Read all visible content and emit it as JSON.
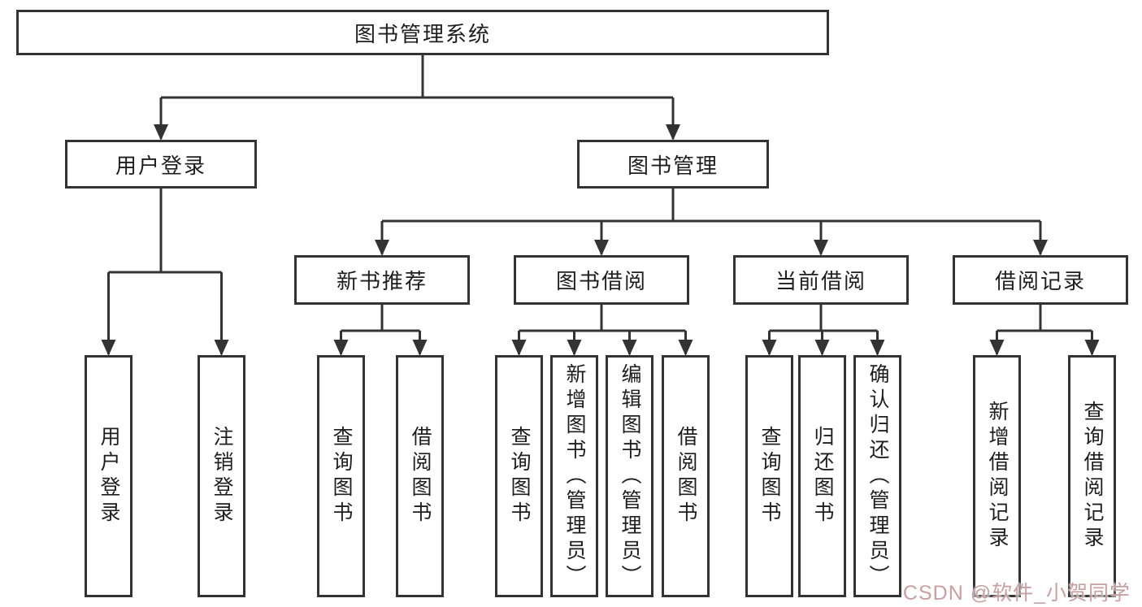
{
  "diagram": {
    "root": {
      "label": "图书管理系统"
    },
    "branches": [
      {
        "label": "用户登录",
        "children": [
          {
            "label": "用户登录"
          },
          {
            "label": "注销登录"
          }
        ]
      },
      {
        "label": "图书管理",
        "children": [
          {
            "label": "新书推荐",
            "children": [
              {
                "label": "查询图书"
              },
              {
                "label": "借阅图书"
              }
            ]
          },
          {
            "label": "图书借阅",
            "children": [
              {
                "label": "查询图书"
              },
              {
                "label": "新增图书（管理员）"
              },
              {
                "label": "编辑图书（管理员）"
              },
              {
                "label": "借阅图书"
              }
            ]
          },
          {
            "label": "当前借阅",
            "children": [
              {
                "label": "查询图书"
              },
              {
                "label": "归还图书"
              },
              {
                "label": "确认归还（管理员）"
              }
            ]
          },
          {
            "label": "借阅记录",
            "children": [
              {
                "label": "新增借阅记录"
              },
              {
                "label": "查询借阅记录"
              }
            ]
          }
        ]
      }
    ]
  },
  "watermark": {
    "text": "CSDN @软件_小贺同学",
    "color": "#c8a0a2"
  },
  "colors": {
    "line": "#333333",
    "box_border": "#333333",
    "text": "#1e1e1e",
    "background": "#ffffff"
  }
}
